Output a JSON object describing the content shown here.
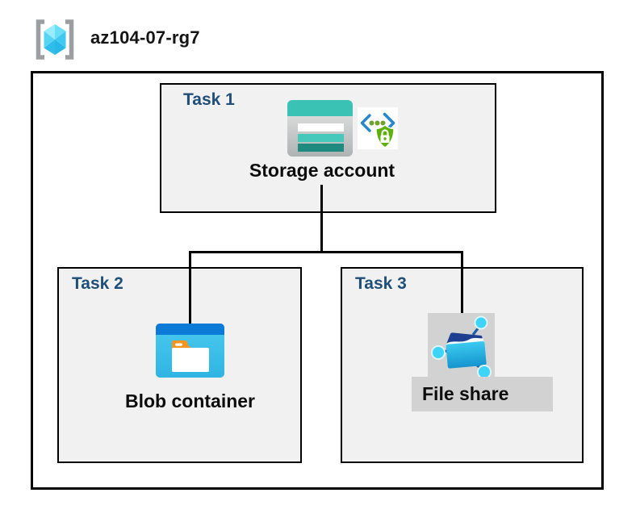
{
  "header": {
    "title": "az104-07-rg7",
    "icon": "resource-group-icon"
  },
  "diagram": {
    "tasks": [
      {
        "label": "Task 1",
        "item": "Storage account",
        "icons": [
          "storage-account-icon",
          "secure-api-icon"
        ]
      },
      {
        "label": "Task 2",
        "item": "Blob container",
        "icons": [
          "blob-container-icon"
        ]
      },
      {
        "label": "Task 3",
        "item": "File share",
        "icons": [
          "file-share-icon"
        ]
      }
    ]
  },
  "colors": {
    "task_label": "#1F4E79",
    "task_box_fill": "#F1F1F1",
    "border": "#000000",
    "connector": "#000000",
    "file_share_label_bg": "#D2D2D2",
    "storage_teal": "#3AC2B4",
    "blob_blue": "#0C7BD8",
    "shield_green": "#5DB008",
    "cube_cyan": "#50D4F3"
  }
}
